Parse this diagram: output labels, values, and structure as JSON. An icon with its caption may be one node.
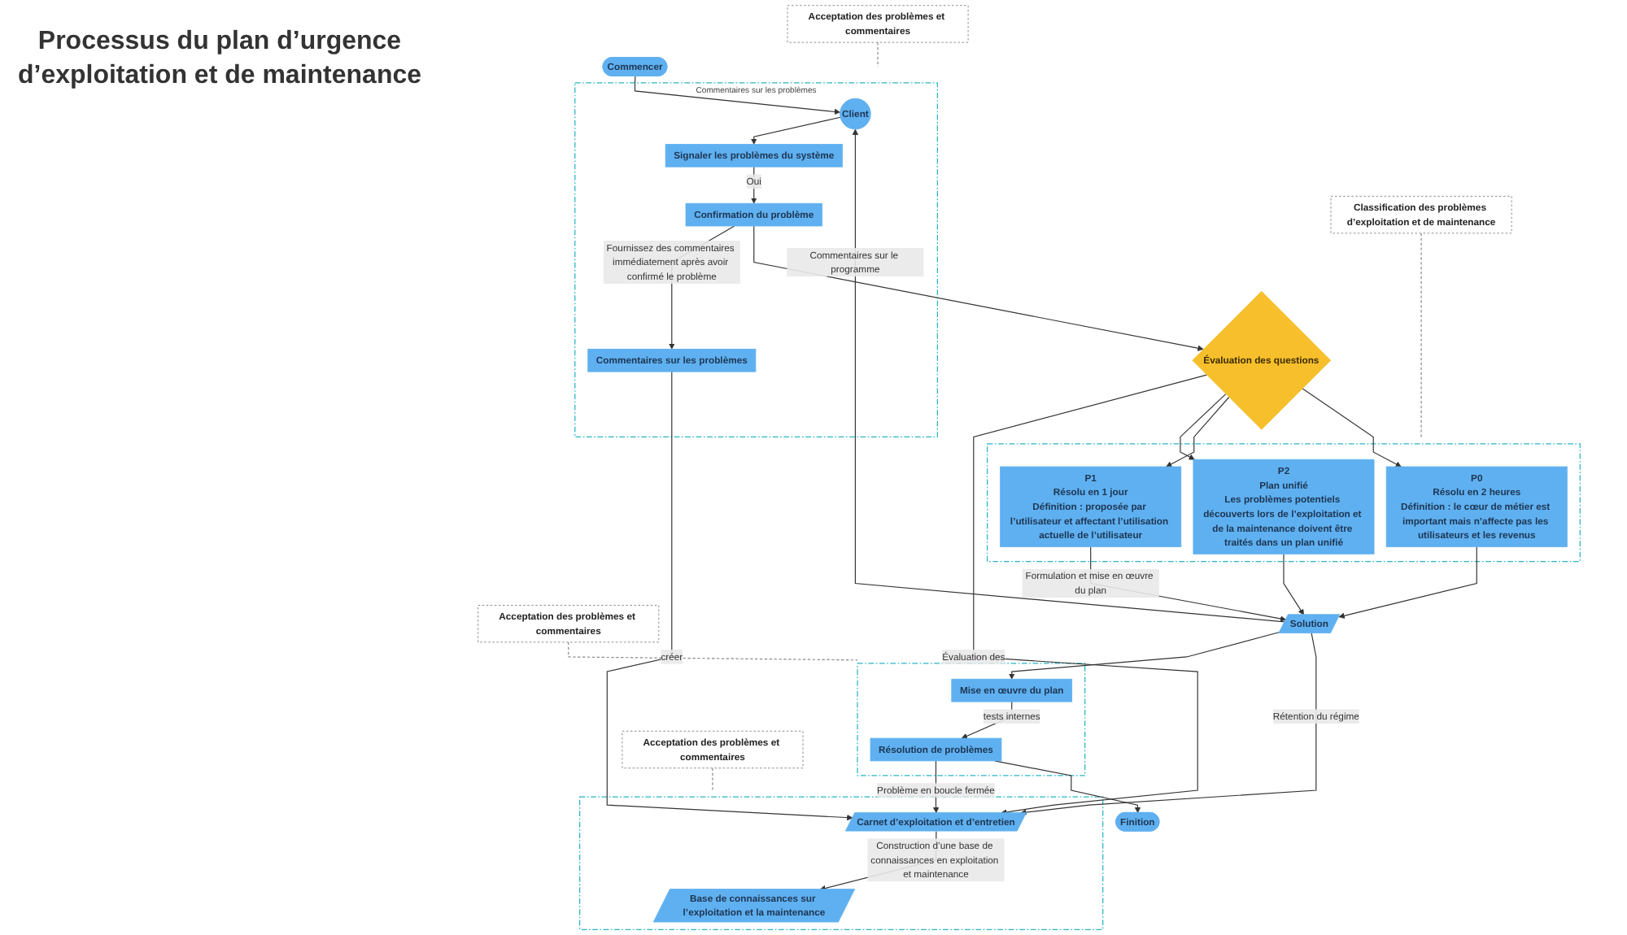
{
  "diagram": {
    "title": "Processus du plan d’urgence d’exploitation et de maintenance",
    "nodes": [
      {
        "text": [
          "Commencer"
        ]
      },
      {
        "text": [
          "Commentaires sur les problèmes"
        ]
      },
      {
        "text": [
          "Client"
        ],
        "in": 1
      },
      {
        "text": [
          "Signaler les problèmes du système"
        ],
        "in": 1
      },
      {
        "text": [
          "Commentaires sur les problèmes"
        ],
        "in": 1
      },
      {
        "text": [
          "Confirmation du problème"
        ],
        "in": 1
      },
      {
        "text": [],
        "shape": "box"
      },
      {
        "text": [
          "Base de connaissances sur l’exploitation et la maintenance"
        ],
        "in": 6
      },
      {
        "text": [
          "Carnet d’exploitation et d’entretien"
        ],
        "in": 6
      },
      {
        "text": [
          "Acceptation des problèmes et commentaires"
        ]
      },
      {
        "text": [
          "Finition"
        ]
      },
      {
        "text": [
          "Évaluation des questions"
        ]
      },
      {
        "text": [
          "Acceptation des problèmes et commentaires"
        ]
      },
      {
        "text": [],
        "shape": "box"
      },
      {
        "text": [
          "P2",
          "Plan unifié",
          "Les problèmes potentiels découverts lors de l’exploitation et de la maintenance doivent être traités dans un plan unifié"
        ],
        "in": 13
      },
      {
        "text": [
          "P1",
          "Résolu en 1 jour",
          "Définition : proposée par l’utilisateur et affectant l’utilisation actuelle de l’utilisateur"
        ],
        "in": 13
      },
      {
        "text": [
          "P0",
          "Résolu en 2 heures",
          "Définition : le cœur de métier est important mais n’affecte pas les utilisateurs et les revenus"
        ],
        "in": 13
      },
      {
        "text": [
          "Acceptation des problèmes et commentaires"
        ]
      },
      {
        "text": [],
        "shape": "box"
      },
      {
        "text": [
          "Résolution de problèmes"
        ],
        "in": 18
      },
      {
        "text": [
          "Mise en œuvre du plan"
        ],
        "in": 18
      },
      {
        "text": [
          "Classification des problèmes d’exploitation et de maintenance"
        ]
      },
      {
        "text": [
          "Solution"
        ]
      }
    ],
    "edges": [
      {
        "from": 0,
        "to": 2,
        "arrow": "to"
      },
      {
        "from": 2,
        "to": 3,
        "arrow": "to"
      },
      {
        "from": 3,
        "to": 5,
        "arrow": "to",
        "label": "Oui"
      },
      {
        "from": 5,
        "to": 4,
        "arrow": "to",
        "label": "Fournissez des commentaires immédiatement après avoir confirmé le problème"
      },
      {
        "from": 5,
        "to": 11,
        "arrow": "to"
      },
      {
        "from": 4,
        "to": 8,
        "arrow": "to",
        "label": "créer"
      },
      {
        "from": 11,
        "to": 8,
        "arrow": "to",
        "label": "Évaluation des"
      },
      {
        "from": 8,
        "to": 7,
        "arrow": "to",
        "label": "Construction d’une base de connaissances en exploitation et maintenance"
      },
      {
        "from": 19,
        "to": 8,
        "arrow": "to",
        "label": "Problème en boucle fermée"
      },
      {
        "from": 19,
        "to": 10,
        "arrow": "to"
      },
      {
        "from": 11,
        "to": 14,
        "arrow": "to"
      },
      {
        "from": 11,
        "to": 15,
        "arrow": "to"
      },
      {
        "from": 11,
        "to": 16,
        "arrow": "to"
      },
      {
        "from": 14,
        "to": 22,
        "arrow": "to"
      },
      {
        "from": 15,
        "to": 22,
        "arrow": "to",
        "label": "Formulation et mise en œuvre du plan"
      },
      {
        "from": 16,
        "to": 22,
        "arrow": "to"
      },
      {
        "from": 22,
        "to": 20,
        "arrow": "to"
      },
      {
        "from": 22,
        "to": 8,
        "arrow": "to",
        "label": "Rétention du régime"
      },
      {
        "from": 22,
        "to": 2,
        "arrow": "to",
        "label": "Commentaires sur le programme"
      },
      {
        "from": 20,
        "to": 19,
        "arrow": "to",
        "label": "tests internes"
      },
      {
        "from": 9,
        "to": 6,
        "arrow": "none",
        "style": "dashed"
      },
      {
        "from": 12,
        "to": 1,
        "arrow": "none",
        "style": "dashed"
      },
      {
        "from": 17,
        "to": 18,
        "arrow": "none",
        "style": "dashed"
      },
      {
        "from": 21,
        "to": 13,
        "arrow": "none",
        "style": "dashed"
      }
    ]
  }
}
